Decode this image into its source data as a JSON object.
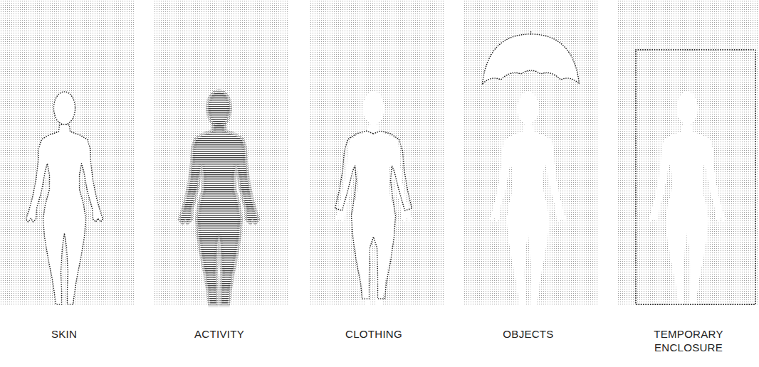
{
  "diagram": {
    "labels": [
      "SKIN",
      "ACTIVITY",
      "CLOTHING",
      "OBJECTS",
      "TEMPORARY ENCLOSURE"
    ]
  }
}
